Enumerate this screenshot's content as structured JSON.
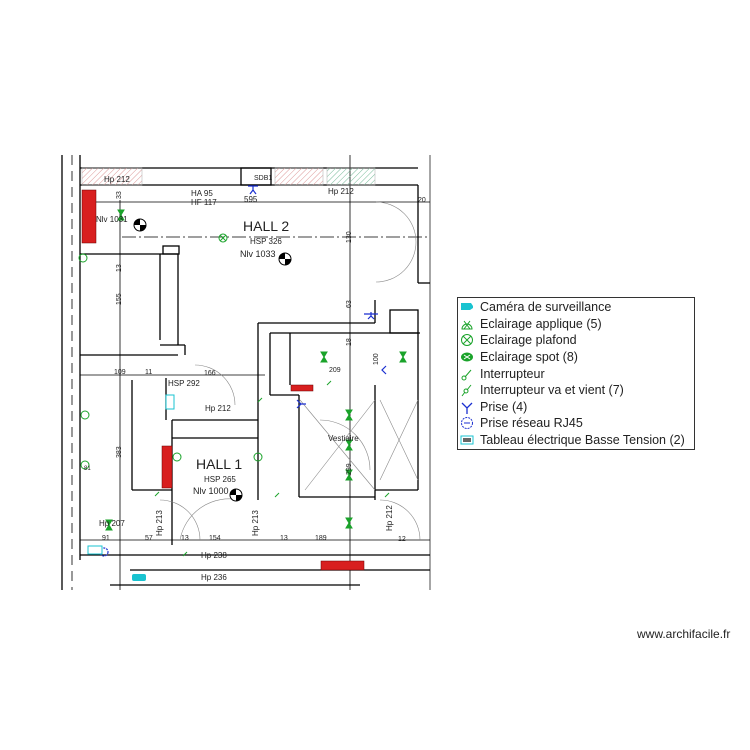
{
  "plan": {
    "rooms": {
      "hall2": {
        "name": "HALL 2",
        "hsp": "HSP 326",
        "niv": "Nlv 1033"
      },
      "hall1": {
        "name": "HALL 1",
        "hsp": "HSP 265",
        "niv": "Nlv 1000"
      },
      "vestiaire": {
        "name": "Vestiaire"
      },
      "sdb1": {
        "name": "SDB1"
      }
    },
    "labels": {
      "hp212_top_left": "Hp 212",
      "hp212_top_right": "Hp 212",
      "ha95": "HA 95",
      "hf117": "HF 117",
      "d595": "595",
      "niv1031": "Nlv 1031",
      "d33": "33",
      "d13a": "13",
      "d155": "155",
      "d130": "130",
      "d63": "63",
      "d18": "18",
      "d100": "100",
      "d209": "209",
      "d20": "20",
      "hsp292": "HSP 292",
      "d166": "166",
      "d109": "109",
      "d11": "11",
      "d383": "383",
      "d81": "81",
      "hp212_hall1": "Hp 212",
      "d299": "299",
      "hp213_left": "Hp 213",
      "hp213_right": "Hp 213",
      "hp212_right": "Hp 212",
      "hp207": "Hp 207",
      "d91": "91",
      "d57": "57",
      "d13b": "13",
      "d154": "154",
      "d13c": "13",
      "d189": "189",
      "d12": "12",
      "hp238": "Hp 238",
      "hp236": "Hp 236"
    }
  },
  "legend": {
    "items": [
      {
        "icon": "camera-icon",
        "label": "Caméra de surveillance",
        "color": "#19c3d0"
      },
      {
        "icon": "wall-light-icon",
        "label": "Eclairage applique (5)",
        "color": "#1aa32a"
      },
      {
        "icon": "ceiling-light-icon",
        "label": "Eclairage plafond",
        "color": "#1aa32a"
      },
      {
        "icon": "spot-light-icon",
        "label": "Eclairage spot (8)",
        "color": "#1aa32a"
      },
      {
        "icon": "switch-icon",
        "label": "Interrupteur",
        "color": "#1aa32a"
      },
      {
        "icon": "two-way-switch-icon",
        "label": "Interrupteur va et vient (7)",
        "color": "#1aa32a"
      },
      {
        "icon": "outlet-icon",
        "label": "Prise (4)",
        "color": "#1a2fd0"
      },
      {
        "icon": "rj45-icon",
        "label": "Prise réseau RJ45",
        "color": "#1a2fd0"
      },
      {
        "icon": "electrical-panel-icon",
        "label": "Tableau électrique Basse Tension (2)",
        "color": "#19c3d0"
      }
    ]
  },
  "footer": {
    "credit": "www.archifacile.fr"
  },
  "colors": {
    "wall": "#000000",
    "radiator": "#d81f1f",
    "electrical": "#1aa32a",
    "outlet": "#1a2fd0",
    "camera": "#19c3d0"
  }
}
